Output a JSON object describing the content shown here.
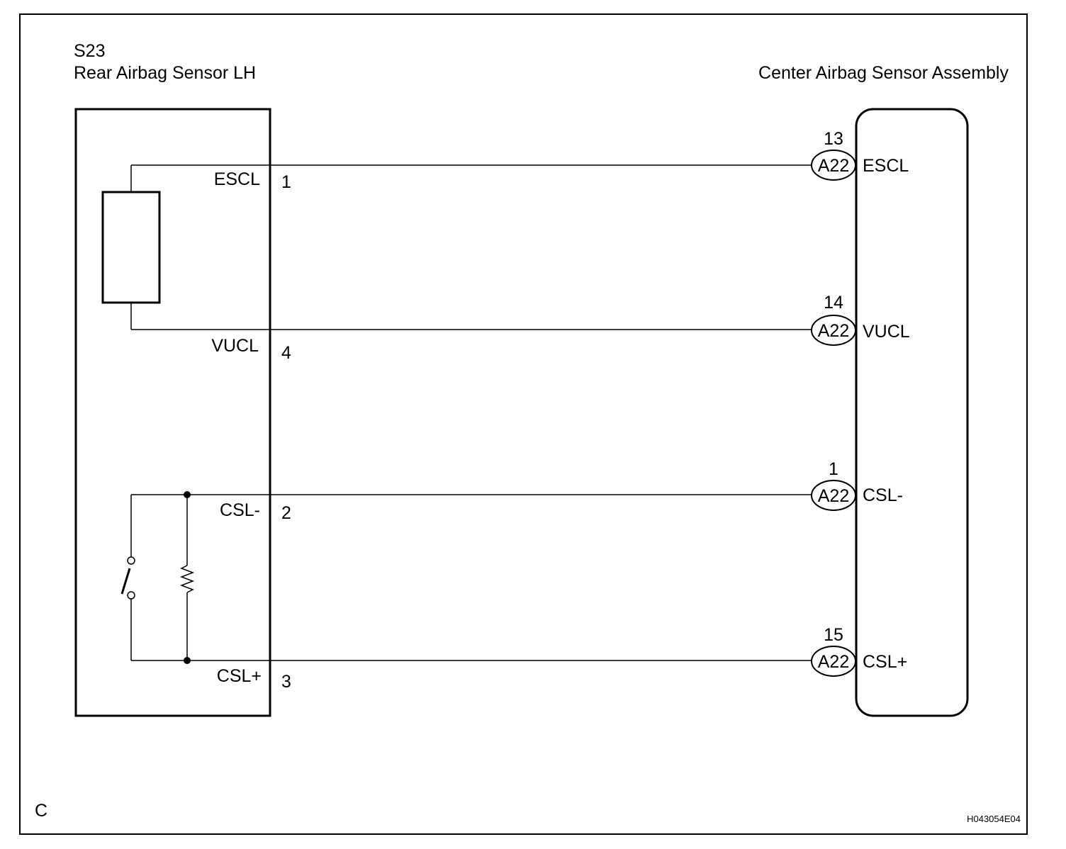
{
  "sensor": {
    "code": "S23",
    "name": "Rear Airbag Sensor LH",
    "terminals": [
      {
        "label": "ESCL",
        "pin": "1"
      },
      {
        "label": "VUCL",
        "pin": "4"
      },
      {
        "label": "CSL-",
        "pin": "2"
      },
      {
        "label": "CSL+",
        "pin": "3"
      }
    ]
  },
  "center": {
    "name": "Center Airbag Sensor Assembly",
    "connector": "A22",
    "terminals": [
      {
        "pin": "13",
        "label": "ESCL"
      },
      {
        "pin": "14",
        "label": "VUCL"
      },
      {
        "pin": "1",
        "label": "CSL-"
      },
      {
        "pin": "15",
        "label": "CSL+"
      }
    ]
  },
  "footer": {
    "corner_letter": "C",
    "figure_code": "H043054E04"
  }
}
